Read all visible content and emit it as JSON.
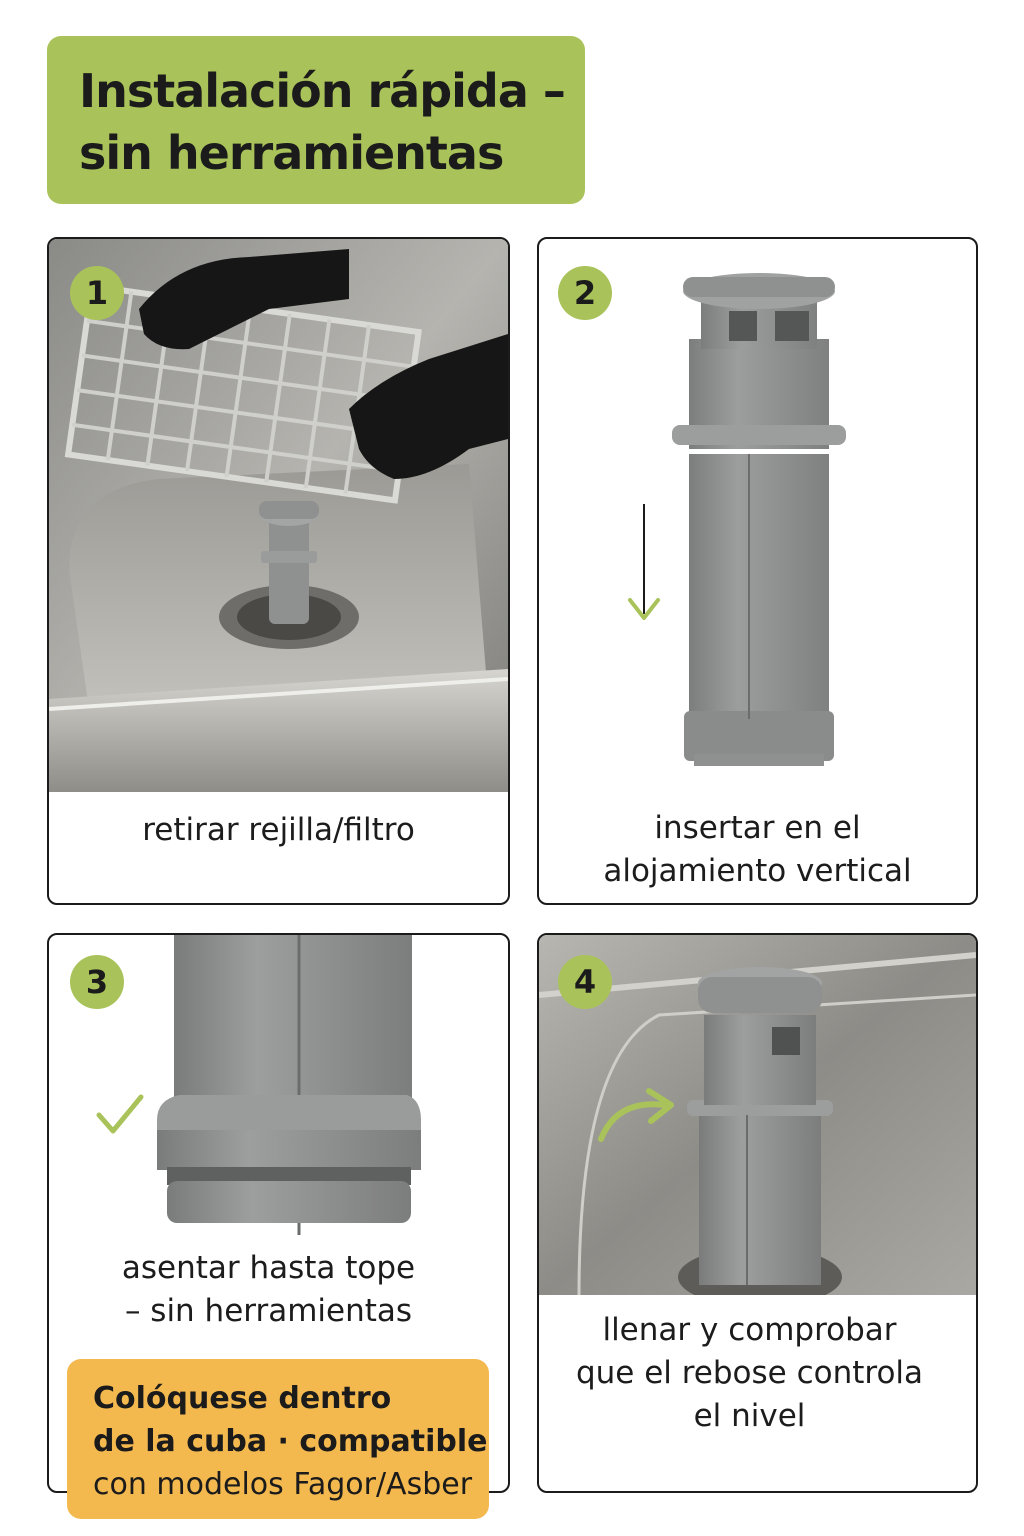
{
  "title": {
    "line1": "Instalación rápida –",
    "line2": "sin herramientas"
  },
  "colors": {
    "accent_green": "#a9c35a",
    "accent_orange": "#f3b94f",
    "part_gray": "#8f9090",
    "border": "#1b1b1b"
  },
  "steps": [
    {
      "number": "1",
      "caption_lines": [
        "retirar rejilla/filtro"
      ]
    },
    {
      "number": "2",
      "caption_lines": [
        "insertar en el",
        "alojamiento vertical"
      ]
    },
    {
      "number": "3",
      "caption_lines": [
        "asentar hasta tope",
        "– sin herramientas"
      ]
    },
    {
      "number": "4",
      "caption_lines": [
        "llenar y comprobar",
        "que el rebose controla",
        "el nivel"
      ]
    }
  ],
  "note": {
    "line1": "Colóquese dentro",
    "line2": "de la cuba · compatible",
    "line3": "con modelos Fagor/Asber"
  },
  "icons": [
    "down-arrow-icon",
    "check-icon",
    "curved-arrow-icon"
  ]
}
